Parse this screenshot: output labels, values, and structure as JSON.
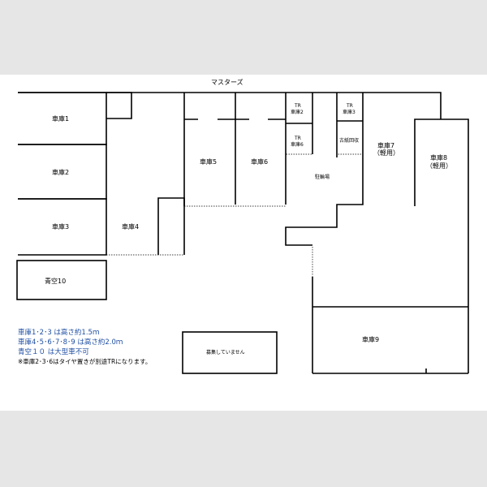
{
  "map": {
    "street_label": "マスターズ",
    "units": {
      "garage1": "車庫1",
      "garage2": "車庫2",
      "garage3": "車庫3",
      "garage4": "車庫4",
      "garage5": "車庫5",
      "garage6": "車庫6",
      "garage7": "車庫7",
      "garage7_note": "（軽用）",
      "garage8": "車庫8",
      "garage8_note": "（軽用）",
      "garage9": "車庫9",
      "open_air10": "青空10",
      "tr_garage2_top": "TR",
      "tr_garage2_bottom": "車庫2",
      "tr_garage6_top": "TR",
      "tr_garage6_bottom": "車庫6",
      "tr_garage3_top": "TR",
      "tr_garage3_bottom": "車庫3",
      "tire_recovery": "古紙回収",
      "bicycle_parking": "駐輪場",
      "not_recruiting": "募集していません"
    },
    "notes": [
      "車庫1･2･3 は高さ約1.5ｍ",
      "車庫4･5･6･7･8･9 は高さ約2.0ｍ",
      "青空１０ は大型車不可",
      "※車庫2･3･6はタイヤ置きが別途TRになります。"
    ]
  }
}
